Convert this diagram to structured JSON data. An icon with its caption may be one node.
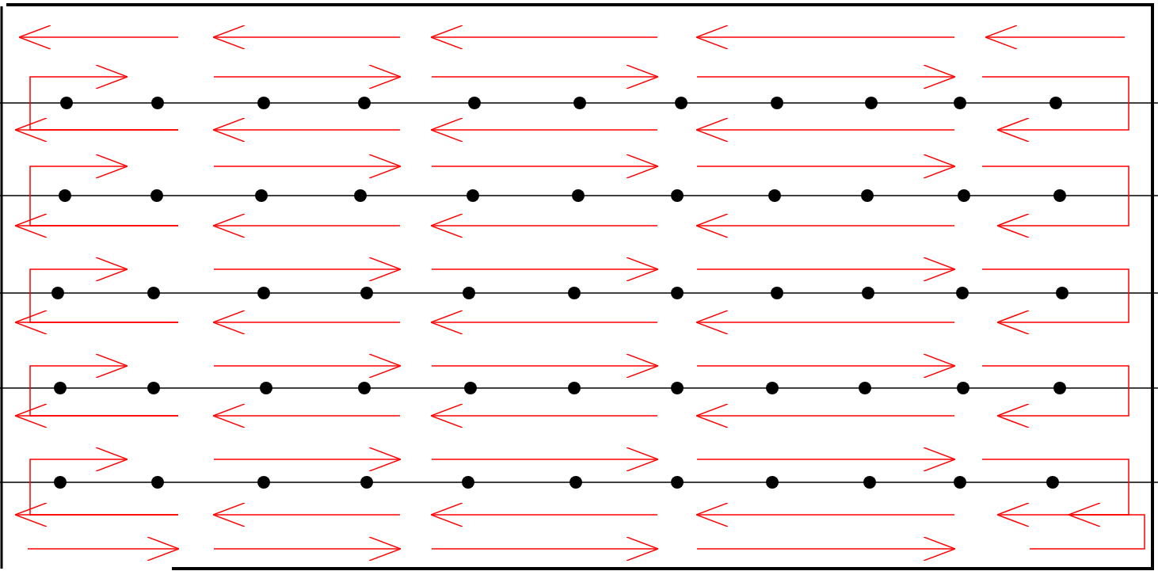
{
  "diagram": {
    "nodes": [
      {
        "text": [],
        "shape": "circle"
      },
      {
        "text": [],
        "shape": "circle"
      },
      {
        "text": [],
        "shape": "circle"
      },
      {
        "text": [],
        "shape": "circle"
      },
      {
        "text": [],
        "shape": "circle"
      },
      {
        "text": [],
        "shape": "circle"
      },
      {
        "text": [],
        "shape": "circle"
      },
      {
        "text": [],
        "shape": "circle"
      },
      {
        "text": [],
        "shape": "circle"
      },
      {
        "text": [],
        "shape": "circle"
      },
      {
        "text": [],
        "shape": "circle"
      },
      {
        "text": [],
        "shape": "circle"
      },
      {
        "text": [],
        "shape": "circle"
      },
      {
        "text": [],
        "shape": "circle"
      },
      {
        "text": [],
        "shape": "circle"
      },
      {
        "text": [],
        "shape": "circle"
      },
      {
        "text": [],
        "shape": "circle"
      },
      {
        "text": [],
        "shape": "circle"
      },
      {
        "text": [],
        "shape": "circle"
      },
      {
        "text": [],
        "shape": "circle"
      },
      {
        "text": [],
        "shape": "circle"
      },
      {
        "text": [],
        "shape": "circle"
      },
      {
        "text": [],
        "shape": "circle"
      },
      {
        "text": [],
        "shape": "circle"
      },
      {
        "text": [],
        "shape": "circle"
      },
      {
        "text": [],
        "shape": "circle"
      },
      {
        "text": [],
        "shape": "circle"
      },
      {
        "text": [],
        "shape": "circle"
      },
      {
        "text": [],
        "shape": "circle"
      },
      {
        "text": [],
        "shape": "circle"
      },
      {
        "text": [],
        "shape": "circle"
      },
      {
        "text": [],
        "shape": "circle"
      },
      {
        "text": [],
        "shape": "circle"
      },
      {
        "text": [],
        "shape": "circle"
      },
      {
        "text": [],
        "shape": "circle"
      },
      {
        "text": [],
        "shape": "circle"
      },
      {
        "text": [],
        "shape": "circle"
      },
      {
        "text": [],
        "shape": "circle"
      },
      {
        "text": [],
        "shape": "circle"
      },
      {
        "text": [],
        "shape": "circle"
      },
      {
        "text": [],
        "shape": "circle"
      },
      {
        "text": [],
        "shape": "circle"
      },
      {
        "text": [],
        "shape": "circle"
      },
      {
        "text": [],
        "shape": "circle"
      },
      {
        "text": [],
        "shape": "circle"
      },
      {
        "text": [],
        "shape": "circle"
      },
      {
        "text": [],
        "shape": "circle"
      },
      {
        "text": [],
        "shape": "circle"
      },
      {
        "text": [],
        "shape": "circle"
      },
      {
        "text": [],
        "shape": "circle"
      },
      {
        "text": [],
        "shape": "circle"
      },
      {
        "text": [],
        "shape": "circle"
      },
      {
        "text": [],
        "shape": "circle"
      },
      {
        "text": [],
        "shape": "circle"
      },
      {
        "text": [],
        "shape": "circle"
      }
    ]
  }
}
